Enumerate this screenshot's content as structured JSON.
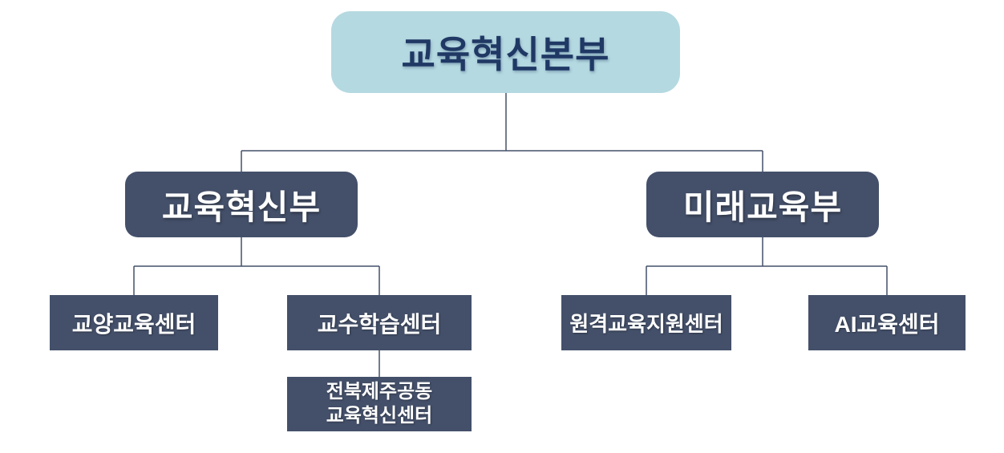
{
  "org_chart": {
    "nodes": {
      "root": {
        "label": "교육혁신본부"
      },
      "dept1": {
        "label": "교육혁신부"
      },
      "dept2": {
        "label": "미래교육부"
      },
      "center1": {
        "label": "교양교육센터"
      },
      "center2": {
        "label": "교수학습센터"
      },
      "center3": {
        "label": "원격교육지원센터"
      },
      "center4": {
        "label": "AI교육센터"
      },
      "sub1": {
        "label": "전북제주공동\n교육혁신센터"
      }
    },
    "edges": [
      {
        "from": "교육혁신본부",
        "to": "교육혁신부"
      },
      {
        "from": "교육혁신본부",
        "to": "미래교육부"
      },
      {
        "from": "교육혁신부",
        "to": "교양교육센터"
      },
      {
        "from": "교육혁신부",
        "to": "교수학습센터"
      },
      {
        "from": "미래교육부",
        "to": "원격교육지원센터"
      },
      {
        "from": "미래교육부",
        "to": "AI교육센터"
      },
      {
        "from": "교수학습센터",
        "to": "전북제주공동 교육혁신센터"
      }
    ]
  },
  "colors": {
    "root_bg": "#b5d9e1",
    "root_text": "#1f3864",
    "node_bg": "#44506a",
    "node_text": "#ffffff",
    "connector": "#44506a",
    "page_bg": "#ffffff"
  }
}
